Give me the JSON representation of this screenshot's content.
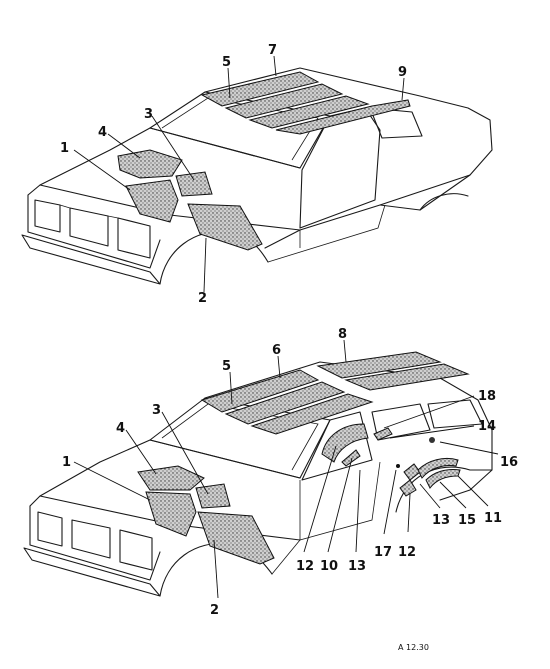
{
  "figure": {
    "top_car_labels": [
      "1",
      "2",
      "3",
      "4",
      "5",
      "7",
      "9"
    ],
    "bottom_car_labels": [
      "1",
      "2",
      "3",
      "4",
      "5",
      "6",
      "8",
      "10",
      "11",
      "12",
      "12",
      "13",
      "13",
      "14",
      "15",
      "16",
      "17",
      "18"
    ],
    "reference_code": "A 12.30"
  },
  "labels": {
    "t1": "1",
    "t2": "2",
    "t3": "3",
    "t4": "4",
    "t5": "5",
    "t7": "7",
    "t9": "9",
    "b1": "1",
    "b2": "2",
    "b3": "3",
    "b4": "4",
    "b5": "5",
    "b6": "6",
    "b8": "8",
    "b10": "10",
    "b11": "11",
    "b12a": "12",
    "b12b": "12",
    "b13a": "13",
    "b13b": "13",
    "b14": "14",
    "b15": "15",
    "b16": "16",
    "b17": "17",
    "b18": "18"
  },
  "reference": "A 12.30"
}
